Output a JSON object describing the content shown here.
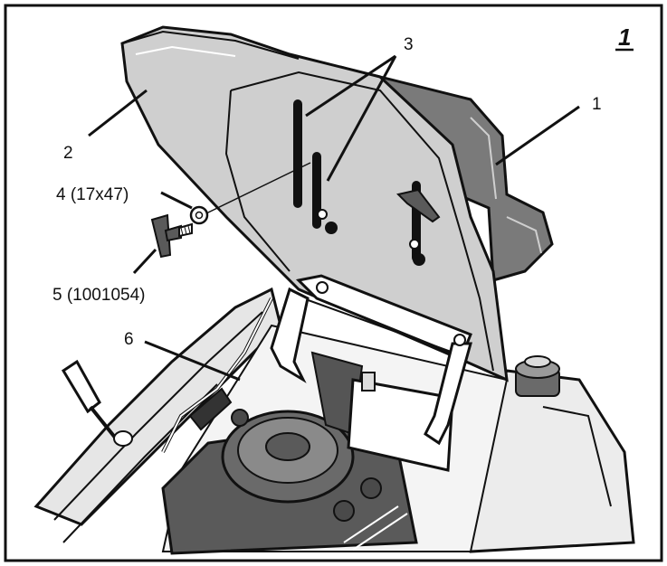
{
  "figure": {
    "number": "1",
    "callouts": {
      "c1": "1",
      "c2": "2",
      "c3": "3",
      "c4": "4 (17x47)",
      "c5": "5 (1001054)",
      "c6": "6"
    }
  },
  "colors": {
    "ink": "#111111",
    "seat_dark": "#7a7a7a",
    "hood_grey": "#c8c8c8",
    "hood_light": "#dcdcdc",
    "engine_dark": "#555555",
    "panel_light": "#e8e8e8"
  }
}
